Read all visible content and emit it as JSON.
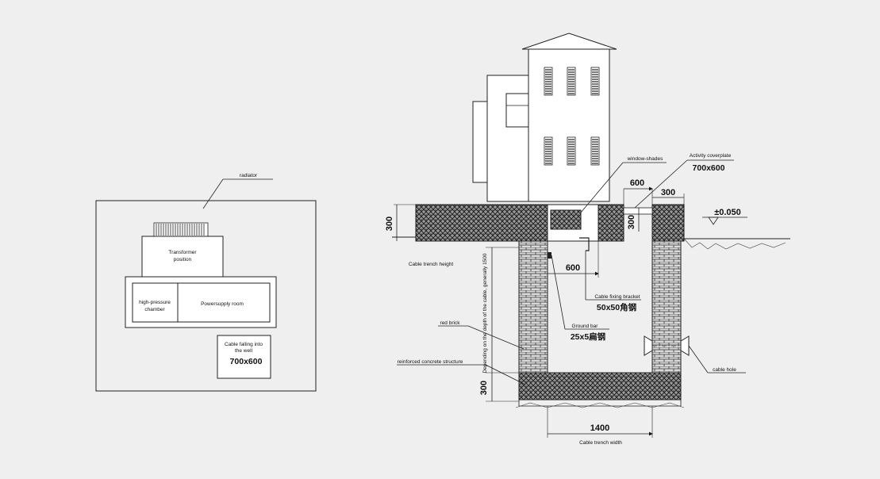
{
  "plan": {
    "radiator": "radiator",
    "transformer_line1": "Transformer",
    "transformer_line2": "position",
    "hp_line1": "high-pressure",
    "hp_line2": "chamber",
    "power_room": "Powersupply room",
    "cable_well_line1": "Cable falling into",
    "cable_well_line2": "the well",
    "cable_well_size": "700x600"
  },
  "section": {
    "window_shades": "window-shades",
    "activity_coverplate": "Activity coverplate",
    "coverplate_size": "700x600",
    "dim_600_top": "600",
    "dim_300_top": "300",
    "dim_300_right_vertical": "300",
    "elevation": "±0.050",
    "dim_300_left": "300",
    "cable_trench_height": "Cable trench height",
    "dim_600_inner": "600",
    "cable_fixing_bracket": "Cable fixing bracket",
    "bracket_steel": "50x50角钢",
    "depth_note": "Depending on the depth of the cable, generally 1500",
    "red_brick": "red brick",
    "ground_bar": "Ground bar",
    "ground_bar_steel": "25x5扁钢",
    "reinforced_concrete": "reinforced concrete structure",
    "cable_hole": "cable hole",
    "dim_300_bottom": "300",
    "dim_1400": "1400",
    "cable_trench_width": "Cable trench width"
  }
}
